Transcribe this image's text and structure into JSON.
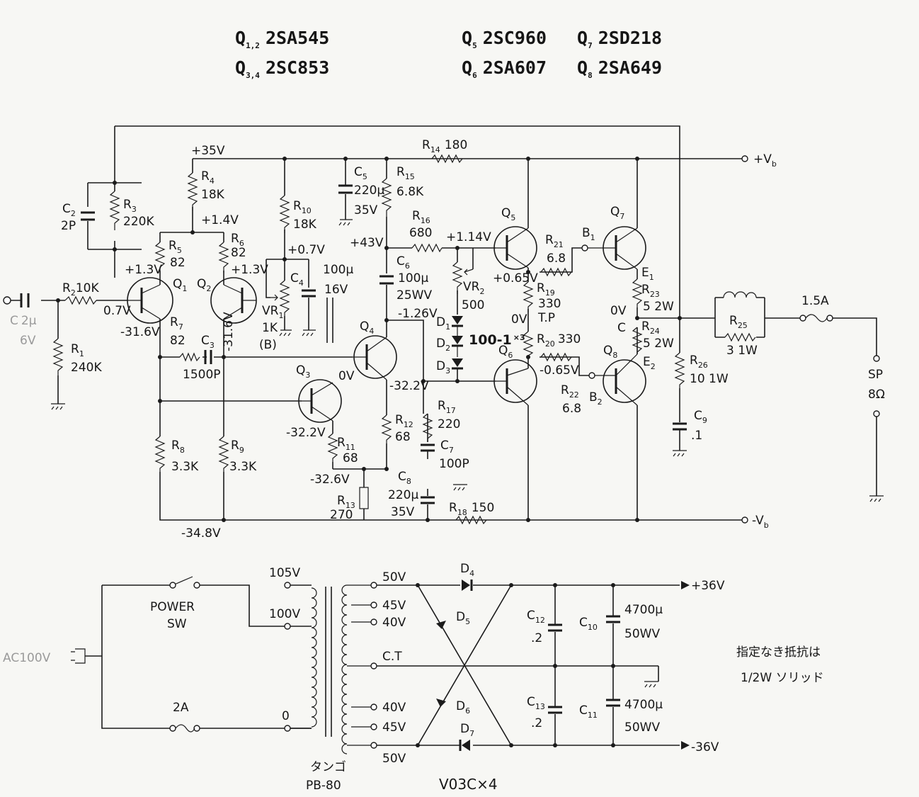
{
  "header": {
    "q12": {
      "name": "Q",
      "sub": "1,2",
      "part": "2SA545"
    },
    "q34": {
      "name": "Q",
      "sub": "3,4",
      "part": "2SC853"
    },
    "q5": {
      "name": "Q",
      "sub": "5",
      "part": "2SC960"
    },
    "q6": {
      "name": "Q",
      "sub": "6",
      "part": "2SA607"
    },
    "q7": {
      "name": "Q",
      "sub": "7",
      "part": "2SD218"
    },
    "q8": {
      "name": "Q",
      "sub": "8",
      "part": "2SA649"
    }
  },
  "amp": {
    "input_cap": [
      "C",
      "2μ",
      "6V"
    ],
    "c2": [
      "C",
      "2",
      "2P"
    ],
    "r1": [
      "R",
      "1",
      "240K"
    ],
    "r2": [
      "R",
      "2",
      "10K"
    ],
    "r3": [
      "R",
      "3",
      "220K"
    ],
    "r4": [
      "R",
      "4",
      "18K"
    ],
    "r5": [
      "R",
      "5",
      "82"
    ],
    "r6": [
      "R",
      "6",
      "82"
    ],
    "r7": [
      "R",
      "7",
      "82"
    ],
    "r8": [
      "R",
      "8",
      "3.3K"
    ],
    "r9": [
      "R",
      "9",
      "3.3K"
    ],
    "r10": [
      "R",
      "10",
      "18K"
    ],
    "r11": [
      "R",
      "11",
      "68"
    ],
    "r12": [
      "R",
      "12",
      "68"
    ],
    "r13": [
      "R",
      "13",
      "270"
    ],
    "r14": [
      "R",
      "14",
      "180"
    ],
    "r15": [
      "R",
      "15",
      "6.8K"
    ],
    "r16": [
      "R",
      "16",
      "680"
    ],
    "r17": [
      "R",
      "17",
      "220"
    ],
    "r18": [
      "R",
      "18",
      "150"
    ],
    "r19": [
      "R",
      "19",
      "330"
    ],
    "r20": [
      "R",
      "20",
      "330"
    ],
    "r21": [
      "R",
      "21",
      "6.8"
    ],
    "r22": [
      "R",
      "22",
      "6.8"
    ],
    "r23": [
      "R",
      "23",
      "5 2W"
    ],
    "r24": [
      "R",
      "24",
      "5 2W"
    ],
    "r25": [
      "R",
      "25",
      "3 1W"
    ],
    "r26": [
      "R",
      "26",
      "10 1W"
    ],
    "c3": [
      "C",
      "3",
      "1500P"
    ],
    "c4": [
      "C",
      "4",
      "100μ",
      "16V"
    ],
    "c5": [
      "C",
      "5",
      "220μ",
      "35V"
    ],
    "c6": [
      "C",
      "6",
      "100μ",
      "25WV"
    ],
    "c7": [
      "C",
      "7",
      "100P"
    ],
    "c8": [
      "C",
      "8",
      "220μ",
      "35V"
    ],
    "c9": [
      "C",
      "9",
      ".1"
    ],
    "vr1": [
      "VR",
      "1",
      "1K",
      "(B)"
    ],
    "vr2": [
      "VR",
      "2",
      "500"
    ],
    "diodes": [
      "D",
      "1",
      "D",
      "2",
      "D",
      "3",
      "100-1",
      "×3"
    ],
    "tp": "T.P",
    "transistors": [
      "Q",
      "1",
      "Q",
      "2",
      "Q",
      "3",
      "Q",
      "4",
      "Q",
      "5",
      "Q",
      "6",
      "Q",
      "7",
      "Q",
      "8"
    ],
    "nodes": [
      "B",
      "1",
      "B",
      "2",
      "E",
      "1",
      "E",
      "2",
      "C"
    ],
    "voltages": [
      "+35V",
      "+1.4V",
      "+1.3V",
      "+1.3V",
      "0.7V",
      "-31.6V",
      "-31.6V",
      "+0.7V",
      "+43V",
      "+1.14V",
      "-1.26V",
      "+0.65V",
      "0V",
      "0V",
      "-0.65V",
      "-32.2V",
      "-32.2V",
      "0V",
      "-32.6V",
      "-34.8V"
    ],
    "vb_pos": [
      "+V",
      "b"
    ],
    "vb_neg": [
      "-V",
      "b"
    ],
    "fuse": "1.5A",
    "speaker": [
      "SP",
      "8Ω"
    ]
  },
  "psu": {
    "ac": "AC100V",
    "power_sw": [
      "POWER",
      "SW"
    ],
    "fuse": "2A",
    "taps_primary": [
      "105V",
      "100V",
      "0"
    ],
    "taps_secondary": [
      "50V",
      "45V",
      "40V",
      "C.T",
      "40V",
      "45V",
      "50V"
    ],
    "transformer": [
      "タンゴ",
      "PB-80"
    ],
    "diodes": [
      "D",
      "4",
      "D",
      "5",
      "D",
      "6",
      "D",
      "7"
    ],
    "diode_type": "V03C×4",
    "c10": [
      "C",
      "10",
      "4700μ",
      "50WV"
    ],
    "c11": [
      "C",
      "11",
      "4700μ",
      "50WV"
    ],
    "c12": [
      "C",
      "12",
      ".2"
    ],
    "c13": [
      "C",
      "13",
      ".2"
    ],
    "out_pos": "+36V",
    "out_neg": "-36V"
  },
  "note": [
    "指定なき抵抗は",
    "1/2W ソリッド"
  ]
}
